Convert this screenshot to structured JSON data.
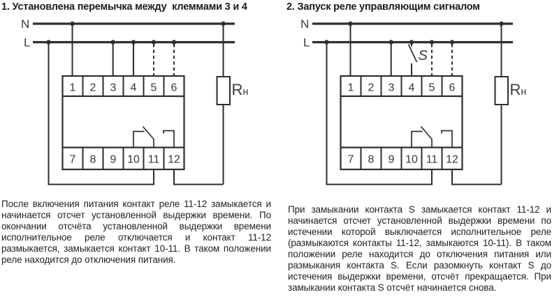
{
  "colors": {
    "ink": "#2e2e2e",
    "text": "#222222",
    "background": "#ffffff"
  },
  "diagram1": {
    "title": "1. Установлена перемычка между  клеммами 3 и 4",
    "line_n": "N",
    "line_l": "L",
    "load": "R",
    "load_sub": "н",
    "terminals_top": [
      "1",
      "2",
      "3",
      "4",
      "5",
      "6"
    ],
    "terminals_bottom": [
      "7",
      "8",
      "9",
      "10",
      "11",
      "12"
    ],
    "description": "После включения питания контакт реле 11-12 замыкается и начинается отсчет установленной выдержки времени. По окончании отсчёта установленной выдержки времени исполнительное реле отключается и контакт 11-12 размыкается, замыкается контакт 10-11. В таком положении реле находится до отключения питания."
  },
  "diagram2": {
    "title": "2. Запуск реле управляющим сигналом",
    "line_n": "N",
    "line_l": "L",
    "load": "R",
    "load_sub": "н",
    "switch": "S",
    "terminals_top": [
      "1",
      "2",
      "3",
      "4",
      "5",
      "6"
    ],
    "terminals_bottom": [
      "7",
      "8",
      "9",
      "10",
      "11",
      "12"
    ],
    "description": "При замыкании контакта S замыкается контакт 11-12 и начинается отсчет установленной выдержки времени по истечении которой выключается исполнительное реле (размыкаются контакты 11-12, замыкаются 10-11). В таком положении реле находится до отключения питания или размыкания контакта S. Если разомкнуть контакт S до истечения выдержки времени, отсчёт прекращается. При замыкании контакта S отсчёт начинается снова."
  }
}
